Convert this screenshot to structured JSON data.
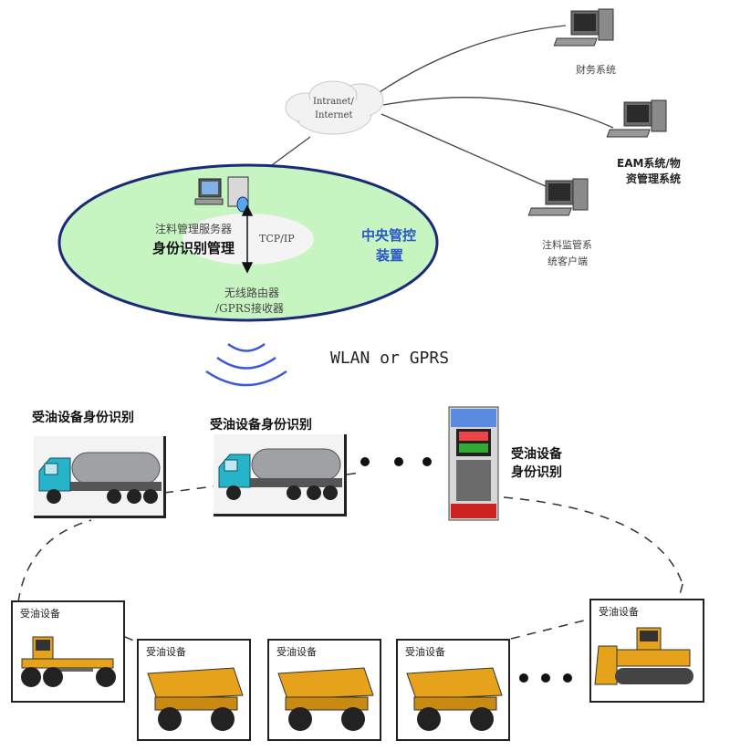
{
  "colors": {
    "ellipse_fill": "#c6f5c1",
    "ellipse_stroke": "#1b2a78",
    "signal": "#3a59d8",
    "accent_blue": "#2b56c8",
    "truck_cab": "#27b4c8",
    "tank": "#9fa1a4",
    "earth_machine_yellow": "#e6a21a",
    "dashed_line": "#333333"
  },
  "cloud": {
    "line1": "Intranet/",
    "line2": "Internet"
  },
  "clients": {
    "finance": "财务系统",
    "eam_line1": "EAM系统/物",
    "eam_line2": "资管理系统",
    "monitor_line1": "注料监管系",
    "monitor_line2": "统客户端"
  },
  "central": {
    "server_label": "注料管理服务器",
    "identity_mgmt": "身份识别管理",
    "protocol": "TCP/IP",
    "control_line1": "中央管控",
    "control_line2": "装置",
    "router_line1": "无线路由器",
    "router_line2": "/GPRS接收器"
  },
  "wireless_label": "WLAN or GPRS",
  "tankers": {
    "truck1_label": "受油设备身份识别",
    "truck2_label": "受油设备身份识别",
    "pump_line1": "受油设备",
    "pump_line2": "身份识别"
  },
  "equipment": {
    "grader": "受油设备",
    "dump1": "受油设备",
    "dump2": "受油设备",
    "dump3": "受油设备",
    "dozer": "受油设备"
  },
  "icons": [
    "computer-icon",
    "server-icon",
    "cloud-icon",
    "truck-icon",
    "fuel-pump-icon",
    "grader-icon",
    "dump-truck-icon",
    "bulldozer-icon",
    "wireless-signal-icon"
  ]
}
